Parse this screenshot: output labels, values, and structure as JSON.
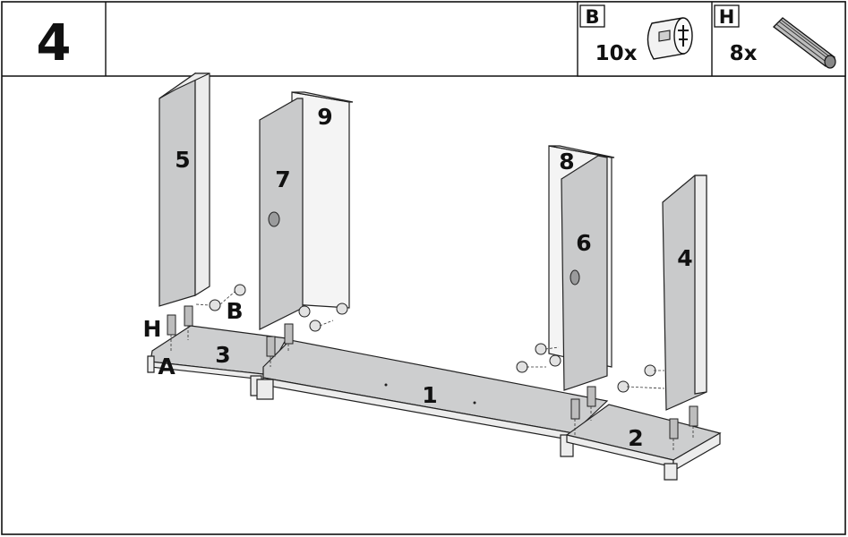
{
  "step": {
    "number": "4"
  },
  "parts": [
    {
      "letter": "B",
      "quantity": "10x",
      "icon": "cam-lock-icon"
    },
    {
      "letter": "H",
      "quantity": "8x",
      "icon": "wooden-dowel-icon"
    }
  ],
  "labels": {
    "p1": "1",
    "p2": "2",
    "p3": "3",
    "p4": "4",
    "p5": "5",
    "p6": "6",
    "p7": "7",
    "p8": "8",
    "p9": "9",
    "h": "H",
    "b": "B",
    "a": "A"
  }
}
